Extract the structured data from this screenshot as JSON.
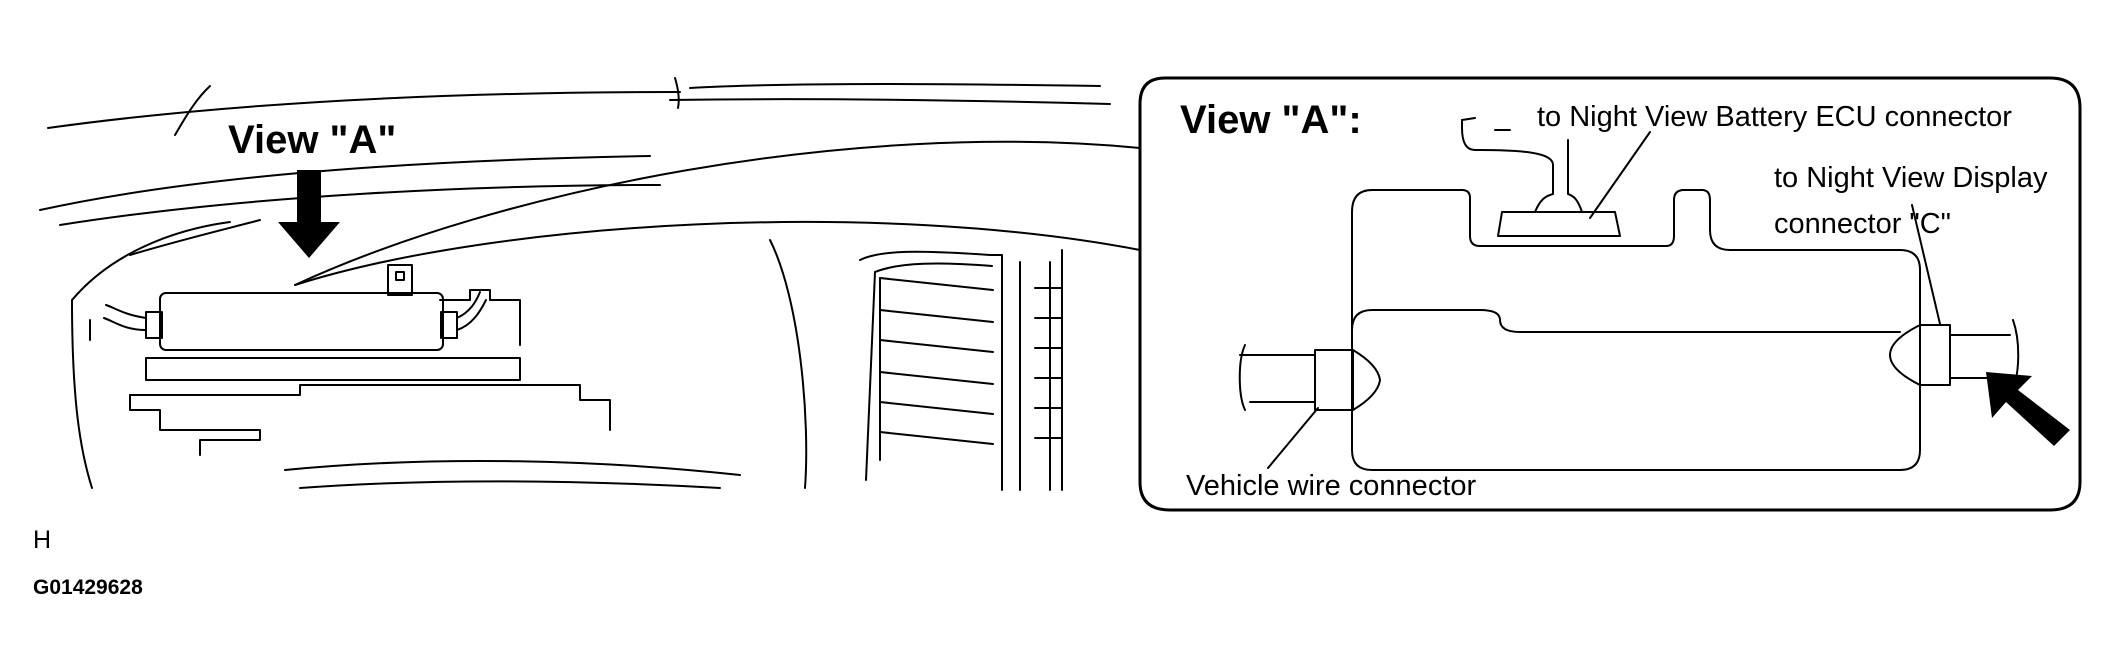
{
  "labels": {
    "view_a": "View \"A\"",
    "view_a_inset": "View \"A\":",
    "battery_ecu_connector": "to Night View Battery ECU connector",
    "display_connector_line1": "to Night View Display",
    "display_connector_line2": "connector \"C\"",
    "vehicle_wire_connector": "Vehicle wire connector",
    "region_code": "H",
    "figure_code": "G01429628"
  },
  "colors": {
    "line": "#000000",
    "background": "#ffffff"
  }
}
